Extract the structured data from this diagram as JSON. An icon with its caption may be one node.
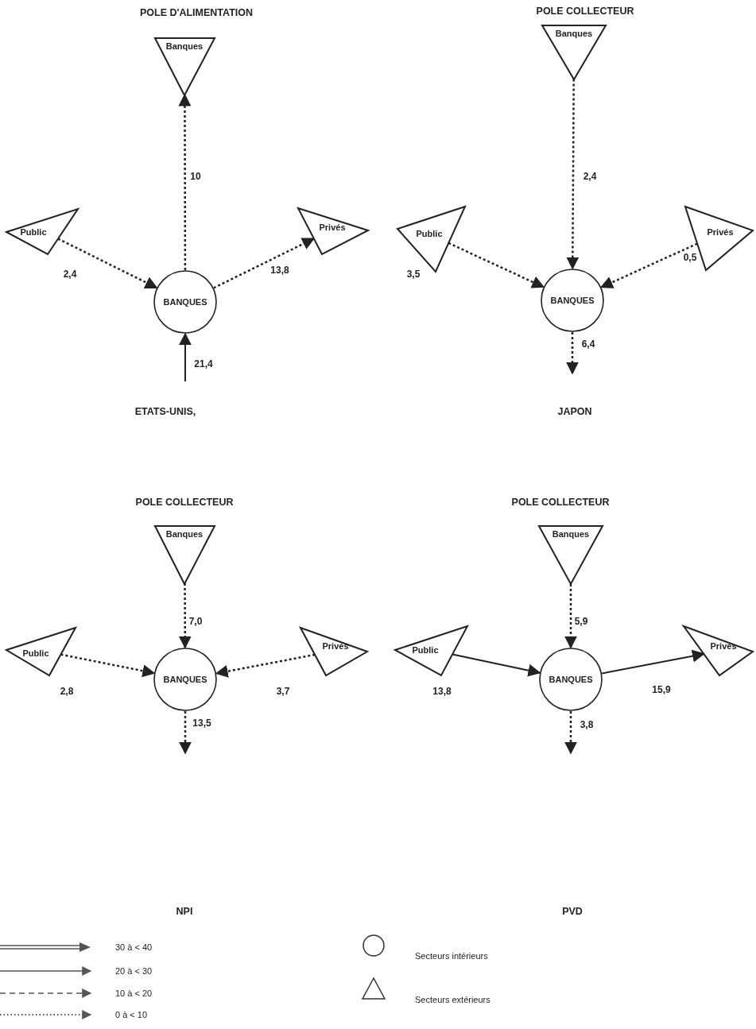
{
  "diagram": {
    "nodes": [
      {
        "text": [
          "Banques"
        ]
      },
      {
        "text": [
          "Public"
        ]
      },
      {
        "text": [
          "Privés"
        ]
      },
      {
        "text": [
          "BANQUES"
        ]
      },
      {
        "text": [
          "Banques"
        ]
      },
      {
        "text": [
          "Public"
        ]
      },
      {
        "text": [
          "Privés"
        ]
      },
      {
        "text": [
          "BANQUES"
        ]
      },
      {
        "text": [
          "Banques"
        ]
      },
      {
        "text": [
          "Public"
        ]
      },
      {
        "text": [
          "Privés"
        ]
      },
      {
        "text": [
          "BANQUES"
        ]
      },
      {
        "text": [
          "Banques"
        ]
      },
      {
        "text": [
          "Public"
        ]
      },
      {
        "text": [
          "Privés"
        ]
      },
      {
        "text": [
          "BANQUES"
        ]
      }
    ],
    "edges": [
      {
        "from": 3,
        "to": 0,
        "arrow": "to",
        "label": "10",
        "style": "dashed"
      },
      {
        "from": 1,
        "to": 3,
        "arrow": "to",
        "label": "2,4",
        "style": "dashed"
      },
      {
        "from": 3,
        "to": 2,
        "arrow": "to",
        "label": "13,8",
        "style": "dashed"
      },
      {
        "from": null,
        "to": 3,
        "arrow": "to",
        "label": "21,4"
      },
      {
        "from": 4,
        "to": 7,
        "arrow": "to",
        "label": "2,4",
        "style": "dashed"
      },
      {
        "from": 5,
        "to": 7,
        "arrow": "to",
        "label": "3,5",
        "style": "dashed"
      },
      {
        "from": 6,
        "to": 7,
        "arrow": "to",
        "label": "0,5",
        "style": "dashed"
      },
      {
        "from": 7,
        "to": null,
        "arrow": "to",
        "label": "6,4",
        "style": "dashed"
      },
      {
        "from": 8,
        "to": 11,
        "arrow": "to",
        "label": "7,0",
        "style": "dashed"
      },
      {
        "from": 9,
        "to": 11,
        "arrow": "to",
        "label": "2,8",
        "style": "dashed"
      },
      {
        "from": 10,
        "to": 11,
        "arrow": "to",
        "label": "3,7",
        "style": "dashed"
      },
      {
        "from": 11,
        "to": null,
        "arrow": "to",
        "label": "13,5",
        "style": "dashed"
      },
      {
        "from": 12,
        "to": 15,
        "arrow": "to",
        "label": "5,9",
        "style": "dashed"
      },
      {
        "from": 13,
        "to": 15,
        "arrow": "to",
        "label": "13,8"
      },
      {
        "from": 15,
        "to": 14,
        "arrow": "to",
        "label": "15,9"
      },
      {
        "from": 15,
        "to": null,
        "arrow": "to",
        "label": "3,8",
        "style": "dashed"
      }
    ],
    "labels": [
      "POLE D'ALIMENTATION",
      "POLE COLLECTEUR",
      "ETATS-UNIS,",
      "JAPON",
      "POLE COLLECTEUR",
      "POLE COLLECTEUR",
      "NPI",
      "PVD"
    ],
    "legend": [
      {
        "text": "30 à < 40"
      },
      {
        "text": "20 à < 30"
      },
      {
        "text": "10 à < 20"
      },
      {
        "text": "0 à < 10"
      },
      {
        "text": "Secteurs intérieurs"
      },
      {
        "text": "Secteurs extérieurs"
      }
    ]
  }
}
